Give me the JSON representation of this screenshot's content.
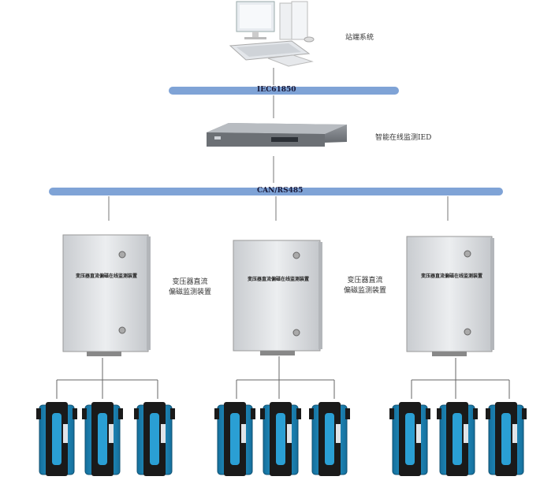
{
  "station": {
    "label": "站端系统"
  },
  "bus_top": {
    "label": "IEC61850",
    "color": "#7fa3d6"
  },
  "ied": {
    "label": "智能在线监测IED"
  },
  "bus_bottom": {
    "label": "CAN/RS485",
    "color": "#7fa3d6"
  },
  "monitors": [
    {
      "panel_title": "变压器直流偏磁在线监测装置"
    },
    {
      "panel_title": "变压器直流偏磁在线监测装置"
    },
    {
      "panel_title": "变压器直流偏磁在线监测装置"
    }
  ],
  "device_labels": [
    {
      "line1": "变压器直流",
      "line2": "偏磁监测装置"
    },
    {
      "line1": "变压器直流",
      "line2": "偏磁监测装置"
    }
  ],
  "colors": {
    "sensor_blue": "#1f8fc4",
    "sensor_dark": "#1a1a1a",
    "cabinet": "#d8dadc",
    "line": "#555555"
  }
}
